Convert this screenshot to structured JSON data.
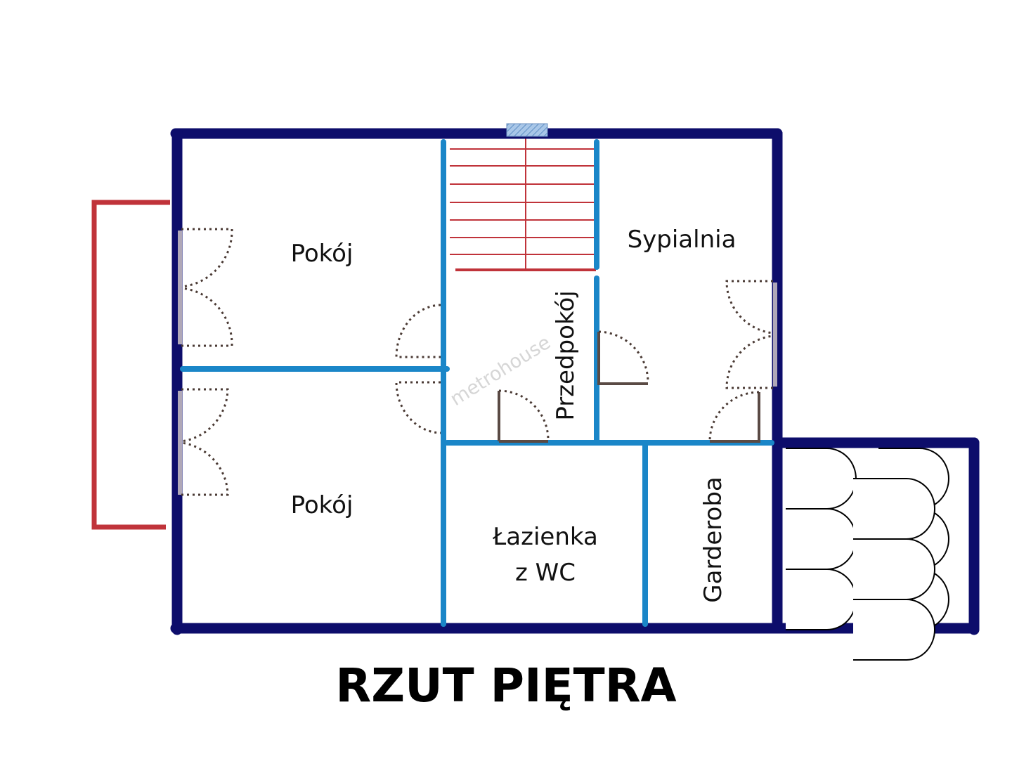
{
  "title": "RZUT PIĘTRA",
  "watermark": "metrohouse",
  "rooms": {
    "pokoj_top": "Pokój",
    "pokoj_bottom": "Pokój",
    "sypialnia": "Sypialnia",
    "przedpokoj": "Przedpokój",
    "lazienka_line1": "Łazienka",
    "lazienka_line2": "z WC",
    "garderoba": "Garderoba"
  },
  "colors": {
    "exterior_wall": "#0d0d6b",
    "interior_wall": "#1a86c8",
    "stairs_balcony": "#c0333a"
  }
}
